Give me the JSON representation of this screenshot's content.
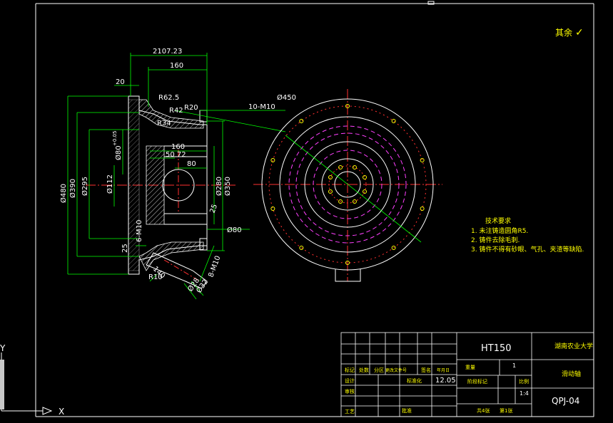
{
  "roughness": {
    "label": "其余",
    "symbol": "✓"
  },
  "dimensions": {
    "d_top_outer": "2107.23",
    "d_top_inner": "160",
    "d_20": "20",
    "r_62_5": "R62.5",
    "r_42": "R42",
    "r_34": "R34",
    "r_20": "R20",
    "d_160_mid": "160",
    "d_50_72": "50  72",
    "d_80_h": "80",
    "dia_450": "Ø450",
    "m10_top": "10-M10",
    "dia_480": "Ø480",
    "dia_390": "Ø390",
    "dia_295": "Ø295",
    "dia_112": "Ø112",
    "dia_80_tol": "Ø80",
    "tol": "+0.05",
    "m10_left": "6-M10",
    "dia_280": "Ø280",
    "dia_350": "Ø350",
    "dim_25": "25",
    "dia_80_bottom": "Ø80",
    "r_10": "R10",
    "d_140": "140",
    "dim_25_small": "25",
    "m10_bottom": "8-M10",
    "dia_28": "Ø28",
    "dia_32": "Ø32"
  },
  "tech_notes": {
    "title": "技术要求",
    "items": [
      "1. 未注铸造圆角R5.",
      "2. 铸件去除毛刺.",
      "3. 铸件不得有砂眼、气孔、夹渣等缺陷."
    ]
  },
  "title_block": {
    "material": "HT150",
    "school": "湖南农业大学",
    "count": "1",
    "part_name": "滑动轴",
    "date": "12.05",
    "scale": "1:4",
    "drawing_no": "QPJ-04",
    "sheet_total": "共4张",
    "sheet_no": "第1张",
    "row_labels": [
      "标记",
      "设计",
      "审核",
      "工艺"
    ],
    "col_labels": [
      "处数",
      "分区",
      "更改文件号",
      "签名",
      "年月日"
    ],
    "cell_weight": "重量",
    "cell_scale": "比例",
    "cell_stage": "阶段标记",
    "cell_standard": "标准化",
    "cell_approve": "批准"
  },
  "axes": {
    "y": "Y",
    "x": "X"
  }
}
